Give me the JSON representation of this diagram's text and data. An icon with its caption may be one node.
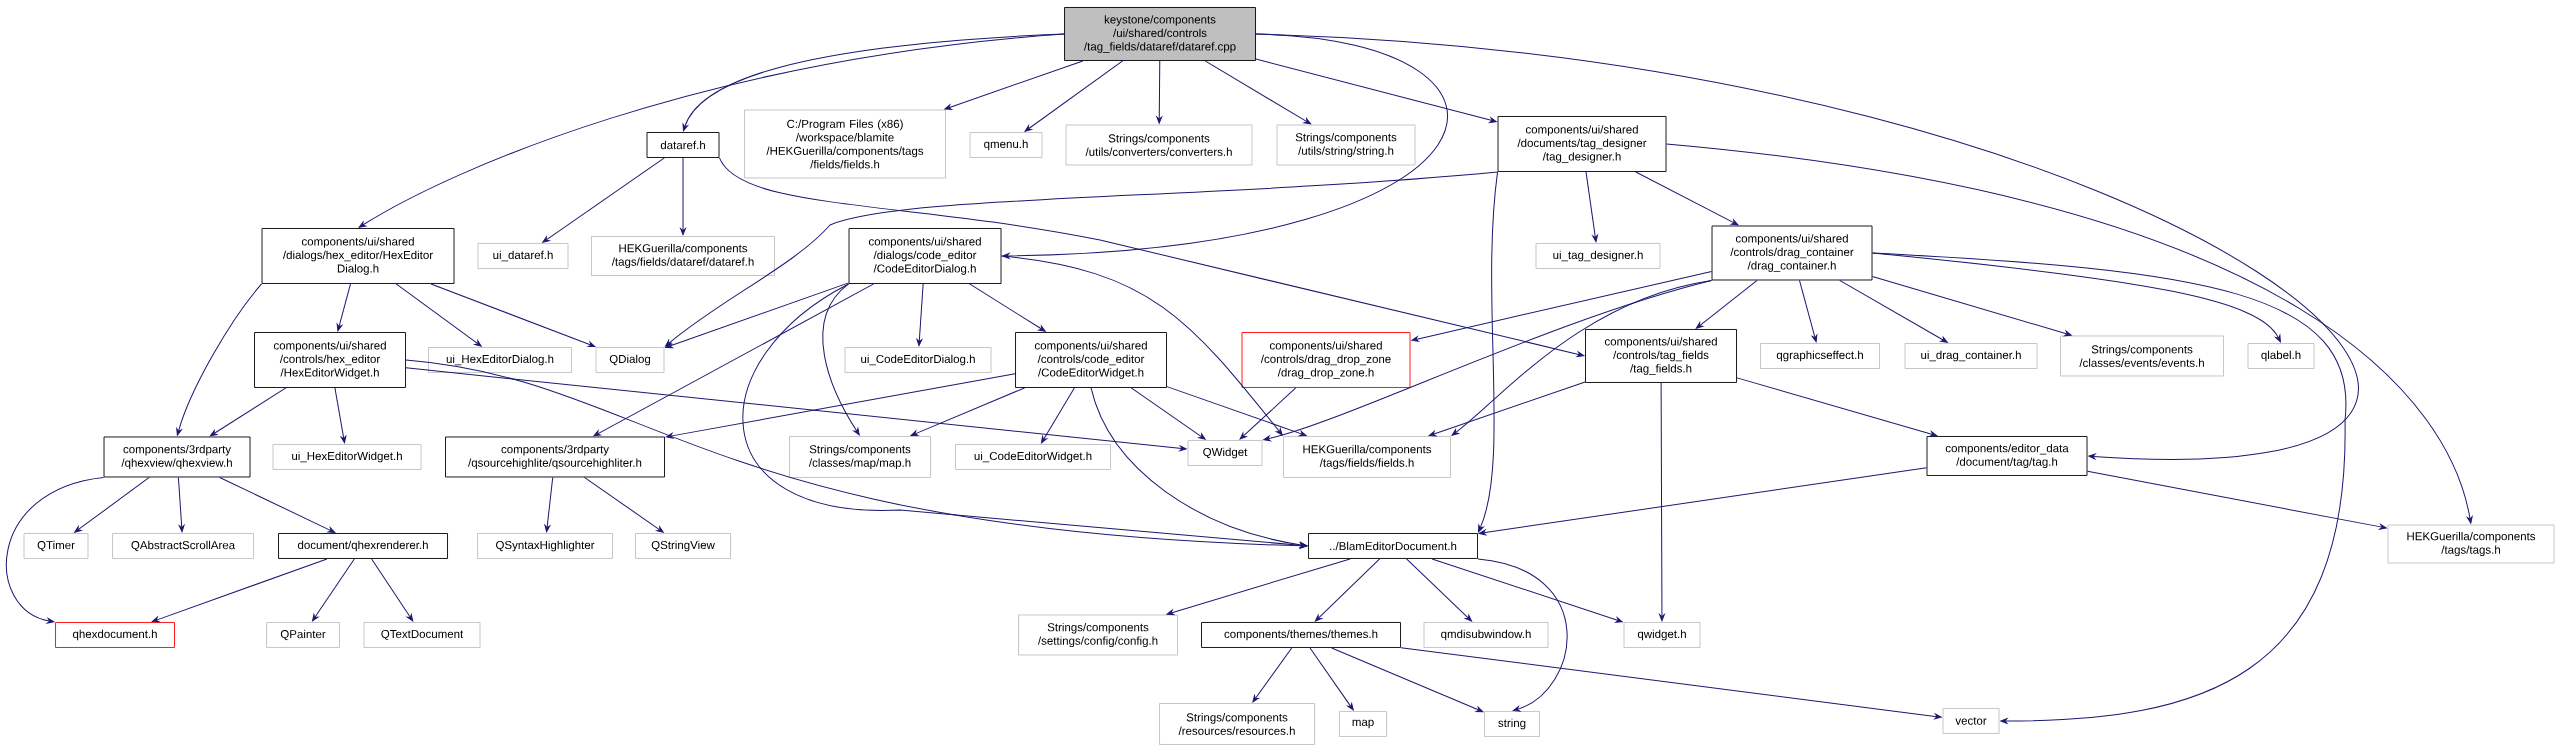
{
  "diagram": {
    "nodes": [
      {
        "text": [
          "keystone/components /ui/shared/controls /tag_fields/dataref/dataref.cpp"
        ]
      },
      {
        "text": [
          "dataref.h"
        ]
      },
      {
        "text": [
          "C:/Program Files (x86) /workspace/blamite /HEKGuerilla/components/tags /fields/fields.h"
        ]
      },
      {
        "text": [
          "qmenu.h"
        ]
      },
      {
        "text": [
          "Strings/components /utils/converters/converters.h"
        ]
      },
      {
        "text": [
          "Strings/components /utils/string/string.h"
        ]
      },
      {
        "text": [
          "components/ui/shared /documents/tag_designer /tag_designer.h"
        ]
      },
      {
        "text": [
          "components/ui/shared /dialogs/hex_editor/HexEditor Dialog.h"
        ]
      },
      {
        "text": [
          "ui_dataref.h"
        ]
      },
      {
        "text": [
          "HEKGuerilla/components /tags/fields/dataref/dataref.h"
        ]
      },
      {
        "text": [
          "components/ui/shared /dialogs/code_editor /CodeEditorDialog.h"
        ]
      },
      {
        "text": [
          "ui_tag_designer.h"
        ]
      },
      {
        "text": [
          "components/ui/shared /controls/drag_container /drag_container.h"
        ]
      },
      {
        "text": [
          "components/ui/shared /controls/hex_editor /HexEditorWidget.h"
        ]
      },
      {
        "text": [
          "ui_HexEditorDialog.h"
        ]
      },
      {
        "text": [
          "QDialog"
        ]
      },
      {
        "text": [
          "ui_CodeEditorDialog.h"
        ]
      },
      {
        "text": [
          "components/ui/shared /controls/code_editor /CodeEditorWidget.h"
        ]
      },
      {
        "text": [
          "components/ui/shared /controls/drag_drop_zone /drag_drop_zone.h"
        ]
      },
      {
        "text": [
          "components/ui/shared /controls/tag_fields /tag_fields.h"
        ]
      },
      {
        "text": [
          "qgraphicseffect.h"
        ]
      },
      {
        "text": [
          "ui_drag_container.h"
        ]
      },
      {
        "text": [
          "Strings/components /classes/events/events.h"
        ]
      },
      {
        "text": [
          "qlabel.h"
        ]
      },
      {
        "text": [
          "components/3rdparty /qhexview/qhexview.h"
        ]
      },
      {
        "text": [
          "ui_HexEditorWidget.h"
        ]
      },
      {
        "text": [
          "components/3rdparty /qsourcehighlite/qsourcehighliter.h"
        ]
      },
      {
        "text": [
          "Strings/components /classes/map/map.h"
        ]
      },
      {
        "text": [
          "ui_CodeEditorWidget.h"
        ]
      },
      {
        "text": [
          "QWidget"
        ]
      },
      {
        "text": [
          "HEKGuerilla/components /tags/fields/fields.h"
        ]
      },
      {
        "text": [
          "components/editor_data /document/tag/tag.h"
        ]
      },
      {
        "text": [
          "QTimer"
        ]
      },
      {
        "text": [
          "QAbstractScrollArea"
        ]
      },
      {
        "text": [
          "document/qhexrenderer.h"
        ]
      },
      {
        "text": [
          "QSyntaxHighlighter"
        ]
      },
      {
        "text": [
          "QStringView"
        ]
      },
      {
        "text": [
          "../BlamEditorDocument.h"
        ]
      },
      {
        "text": [
          "HEKGuerilla/components /tags/tags.h"
        ]
      },
      {
        "text": [
          "qhexdocument.h"
        ]
      },
      {
        "text": [
          "QPainter"
        ]
      },
      {
        "text": [
          "QTextDocument"
        ]
      },
      {
        "text": [
          "Strings/components /settings/config/config.h"
        ]
      },
      {
        "text": [
          "components/themes/themes.h"
        ]
      },
      {
        "text": [
          "qmdisubwindow.h"
        ]
      },
      {
        "text": [
          "qwidget.h"
        ]
      },
      {
        "text": [
          "Strings/components /resources/resources.h"
        ]
      },
      {
        "text": [
          "map"
        ]
      },
      {
        "text": [
          "string"
        ]
      },
      {
        "text": [
          "vector"
        ]
      }
    ],
    "edges": [
      {
        "from": 0,
        "to": 1,
        "arrow": "to"
      },
      {
        "from": 0,
        "to": 2,
        "arrow": "to"
      },
      {
        "from": 0,
        "to": 3,
        "arrow": "to"
      },
      {
        "from": 0,
        "to": 4,
        "arrow": "to"
      },
      {
        "from": 0,
        "to": 5,
        "arrow": "to"
      },
      {
        "from": 0,
        "to": 6,
        "arrow": "to"
      },
      {
        "from": 0,
        "to": 7,
        "arrow": "to"
      },
      {
        "from": 0,
        "to": 10,
        "arrow": "to"
      },
      {
        "from": 0,
        "to": 31,
        "arrow": "to"
      },
      {
        "from": 1,
        "to": 8,
        "arrow": "to"
      },
      {
        "from": 1,
        "to": 9,
        "arrow": "to"
      },
      {
        "from": 1,
        "to": 19,
        "arrow": "to"
      },
      {
        "from": 6,
        "to": 15,
        "arrow": "to"
      },
      {
        "from": 6,
        "to": 11,
        "arrow": "to"
      },
      {
        "from": 6,
        "to": 12,
        "arrow": "to"
      },
      {
        "from": 6,
        "to": 37,
        "arrow": "to"
      },
      {
        "from": 6,
        "to": 38,
        "arrow": "to"
      },
      {
        "from": 7,
        "to": 13,
        "arrow": "to"
      },
      {
        "from": 7,
        "to": 14,
        "arrow": "to"
      },
      {
        "from": 7,
        "to": 15,
        "arrow": "to"
      },
      {
        "from": 7,
        "to": 24,
        "arrow": "to"
      },
      {
        "from": 10,
        "to": 15,
        "arrow": "to"
      },
      {
        "from": 10,
        "to": 16,
        "arrow": "to"
      },
      {
        "from": 10,
        "to": 17,
        "arrow": "to"
      },
      {
        "from": 10,
        "to": 26,
        "arrow": "to"
      },
      {
        "from": 10,
        "to": 27,
        "arrow": "to"
      },
      {
        "from": 10,
        "to": 37,
        "arrow": "to"
      },
      {
        "from": 10,
        "to": 30,
        "arrow": "to"
      },
      {
        "from": 12,
        "to": 18,
        "arrow": "to"
      },
      {
        "from": 12,
        "to": 19,
        "arrow": "to"
      },
      {
        "from": 12,
        "to": 20,
        "arrow": "to"
      },
      {
        "from": 12,
        "to": 21,
        "arrow": "to"
      },
      {
        "from": 12,
        "to": 22,
        "arrow": "to"
      },
      {
        "from": 12,
        "to": 23,
        "arrow": "to"
      },
      {
        "from": 12,
        "to": 29,
        "arrow": "to"
      },
      {
        "from": 12,
        "to": 30,
        "arrow": "to"
      },
      {
        "from": 12,
        "to": 49,
        "arrow": "to"
      },
      {
        "from": 13,
        "to": 24,
        "arrow": "to"
      },
      {
        "from": 13,
        "to": 25,
        "arrow": "to"
      },
      {
        "from": 13,
        "to": 29,
        "arrow": "to"
      },
      {
        "from": 13,
        "to": 37,
        "arrow": "to"
      },
      {
        "from": 17,
        "to": 26,
        "arrow": "to"
      },
      {
        "from": 17,
        "to": 27,
        "arrow": "to"
      },
      {
        "from": 17,
        "to": 28,
        "arrow": "to"
      },
      {
        "from": 17,
        "to": 29,
        "arrow": "to"
      },
      {
        "from": 17,
        "to": 30,
        "arrow": "to"
      },
      {
        "from": 17,
        "to": 37,
        "arrow": "to"
      },
      {
        "from": 18,
        "to": 29,
        "arrow": "to"
      },
      {
        "from": 19,
        "to": 30,
        "arrow": "to"
      },
      {
        "from": 19,
        "to": 45,
        "arrow": "to"
      },
      {
        "from": 19,
        "to": 31,
        "arrow": "to"
      },
      {
        "from": 24,
        "to": 32,
        "arrow": "to"
      },
      {
        "from": 24,
        "to": 33,
        "arrow": "to"
      },
      {
        "from": 24,
        "to": 34,
        "arrow": "to"
      },
      {
        "from": 24,
        "to": 39,
        "arrow": "to"
      },
      {
        "from": 34,
        "to": 39,
        "arrow": "to"
      },
      {
        "from": 34,
        "to": 40,
        "arrow": "to"
      },
      {
        "from": 34,
        "to": 41,
        "arrow": "to"
      },
      {
        "from": 26,
        "to": 35,
        "arrow": "to"
      },
      {
        "from": 26,
        "to": 36,
        "arrow": "to"
      },
      {
        "from": 37,
        "to": 42,
        "arrow": "to"
      },
      {
        "from": 37,
        "to": 43,
        "arrow": "to"
      },
      {
        "from": 37,
        "to": 44,
        "arrow": "to"
      },
      {
        "from": 37,
        "to": 45,
        "arrow": "to"
      },
      {
        "from": 37,
        "to": 48,
        "arrow": "to"
      },
      {
        "from": 43,
        "to": 46,
        "arrow": "to"
      },
      {
        "from": 43,
        "to": 47,
        "arrow": "to"
      },
      {
        "from": 43,
        "to": 48,
        "arrow": "to"
      },
      {
        "from": 43,
        "to": 49,
        "arrow": "to"
      },
      {
        "from": 31,
        "to": 37,
        "arrow": "to"
      },
      {
        "from": 31,
        "to": 38,
        "arrow": "to"
      }
    ]
  }
}
